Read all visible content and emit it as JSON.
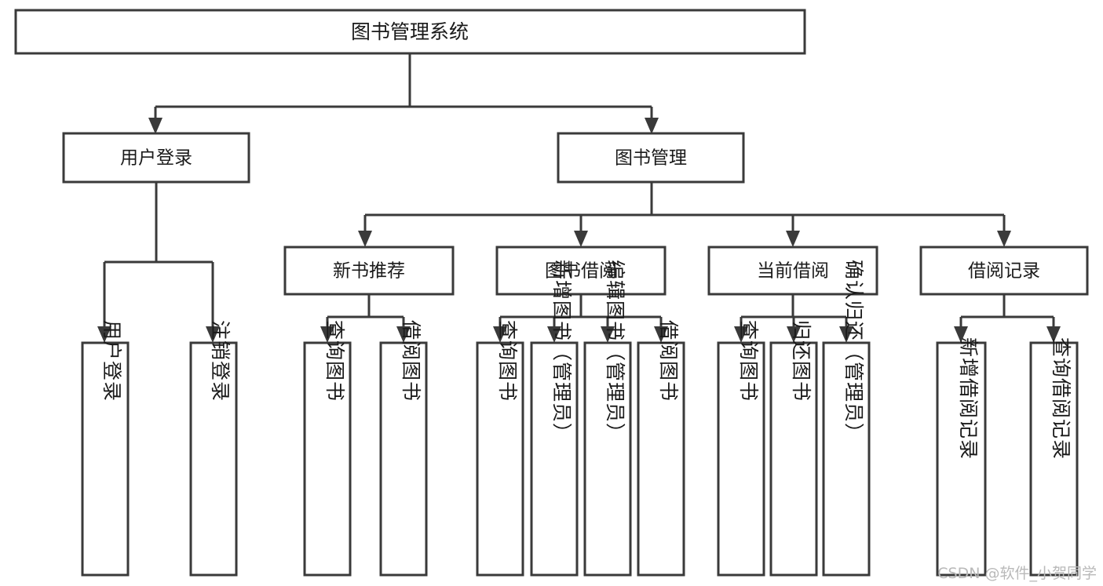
{
  "diagram": {
    "title": "图书管理系统",
    "type": "tree-hierarchy-chart",
    "colors": {
      "box_stroke": "#3a3a3a",
      "box_fill": "#ffffff",
      "connector": "#3a3a3a",
      "text": "#1a1a1a",
      "watermark": "#b9b9b9",
      "background": "#ffffff"
    },
    "root": {
      "label": "图书管理系统"
    },
    "level2": [
      {
        "label": "用户登录"
      },
      {
        "label": "图书管理"
      }
    ],
    "level3": [
      {
        "label": "新书推荐"
      },
      {
        "label": "图书借阅"
      },
      {
        "label": "当前借阅"
      },
      {
        "label": "借阅记录"
      }
    ],
    "leaves": {
      "user_login": [
        {
          "label": "用户登录"
        },
        {
          "label": "注销登录"
        }
      ],
      "new_book_recommend": [
        {
          "label": "查询图书"
        },
        {
          "label": "借阅图书"
        }
      ],
      "book_borrow": [
        {
          "label": "查询图书"
        },
        {
          "label": "新增图书（管理员）"
        },
        {
          "label": "编辑图书（管理员）"
        },
        {
          "label": "借阅图书"
        }
      ],
      "current_borrow": [
        {
          "label": "查询图书"
        },
        {
          "label": "归还图书"
        },
        {
          "label": "确认归还（管理员）"
        }
      ],
      "borrow_records": [
        {
          "label": "新增借阅记录"
        },
        {
          "label": "查询借阅记录"
        }
      ]
    }
  },
  "watermark": {
    "text": "CSDN @软件_小贺同学"
  }
}
